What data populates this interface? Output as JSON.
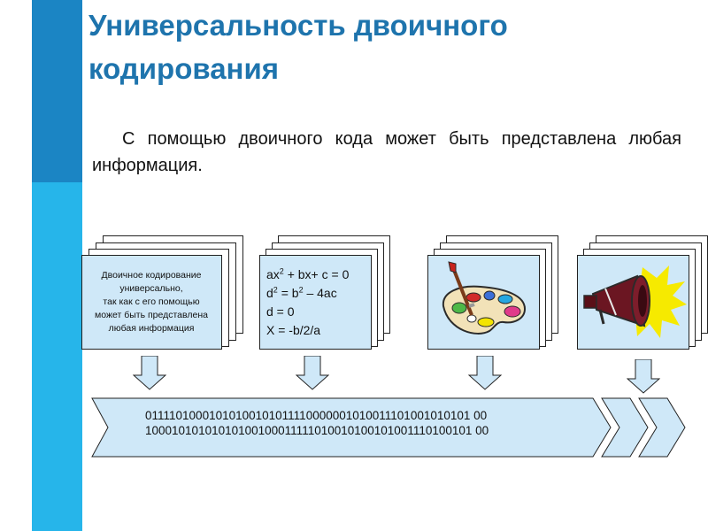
{
  "title": {
    "line1": "Универсальность двоичного",
    "line2": "кодирования"
  },
  "intro": "С помощью двоичного кода может быть представлена любая информация.",
  "card_text": {
    "lines": [
      "Двоичное кодирование",
      "универсально,",
      "так как с его помощью",
      "может быть представлена",
      "любая информация"
    ]
  },
  "card_formulas": {
    "f1_a": "ax",
    "f1_sup": "2",
    "f1_b": " + bx+ c = 0",
    "f2_a": "d",
    "f2_sup1": "2",
    "f2_b": " = b",
    "f2_sup2": "2",
    "f2_c": " – 4ac",
    "f3": "d = 0",
    "f4": "X = -b/2/a"
  },
  "binary": {
    "line1": "01111010001010100101011110000001010011101001010101 00",
    "line2": "10001010101010100100011111010010100101001110100101 00"
  },
  "icons": {
    "palette": "palette-icon",
    "megaphone": "megaphone-icon"
  },
  "colors": {
    "bar_dark": "#1b85c4",
    "bar_light": "#26b5ea",
    "title": "#1e74ad",
    "card_fill": "#cfe8f8"
  }
}
